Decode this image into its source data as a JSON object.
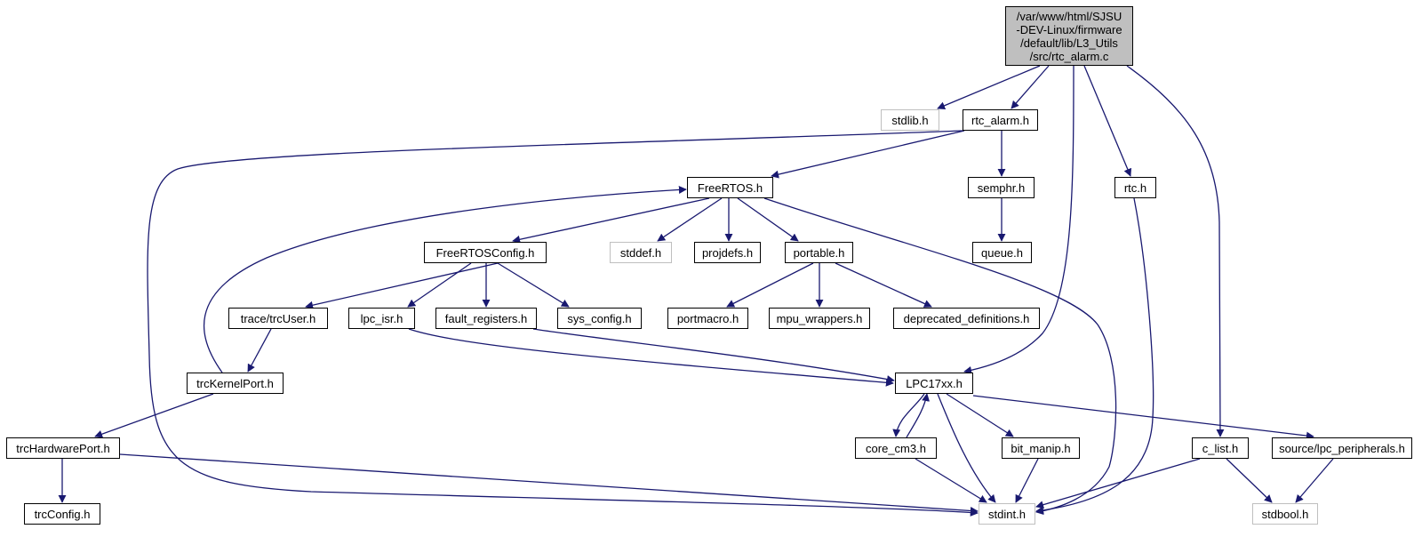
{
  "colors": {
    "edge": "#191970",
    "border": "#000000",
    "missing_border": "#bfbfbf",
    "root_fill": "#bfbfbf"
  },
  "root": {
    "lines": [
      "/var/www/html/SJSU",
      "-DEV-Linux/firmware",
      "/default/lib/L3_Utils",
      "/src/rtc_alarm.c"
    ]
  },
  "nodes": {
    "stdlib": "stdlib.h",
    "rtc_alarm": "rtc_alarm.h",
    "rtc": "rtc.h",
    "freertos": "FreeRTOS.h",
    "semphr": "semphr.h",
    "queue": "queue.h",
    "freertosconfig": "FreeRTOSConfig.h",
    "stddef": "stddef.h",
    "projdefs": "projdefs.h",
    "portable": "portable.h",
    "trcuser": "trace/trcUser.h",
    "lpc_isr": "lpc_isr.h",
    "fault_registers": "fault_registers.h",
    "sys_config": "sys_config.h",
    "portmacro": "portmacro.h",
    "mpu_wrappers": "mpu_wrappers.h",
    "deprecated_definitions": "deprecated_definitions.h",
    "trckernelport": "trcKernelPort.h",
    "lpc17xx": "LPC17xx.h",
    "trchardwareport": "trcHardwarePort.h",
    "core_cm3": "core_cm3.h",
    "bit_manip": "bit_manip.h",
    "c_list": "c_list.h",
    "lpc_peripherals": "source/lpc_peripherals.h",
    "trcconfig": "trcConfig.h",
    "stdint": "stdint.h",
    "stdbool": "stdbool.h"
  }
}
